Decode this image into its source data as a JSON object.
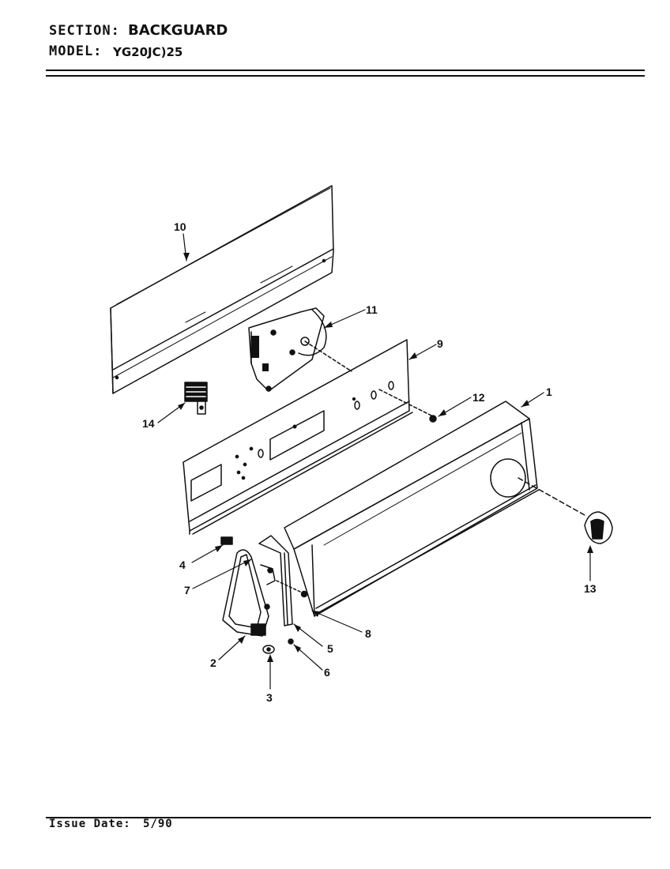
{
  "header": {
    "section_label": "SECTION:",
    "section_value": "BACKGUARD",
    "model_label": "MODEL:",
    "model_value": "YG20JC)25"
  },
  "callouts": [
    "1",
    "2",
    "3",
    "4",
    "5",
    "6",
    "7",
    "8",
    "9",
    "10",
    "11",
    "12",
    "13",
    "14"
  ],
  "footer": {
    "issue_label": "Issue Date:",
    "issue_value": "5/90"
  }
}
